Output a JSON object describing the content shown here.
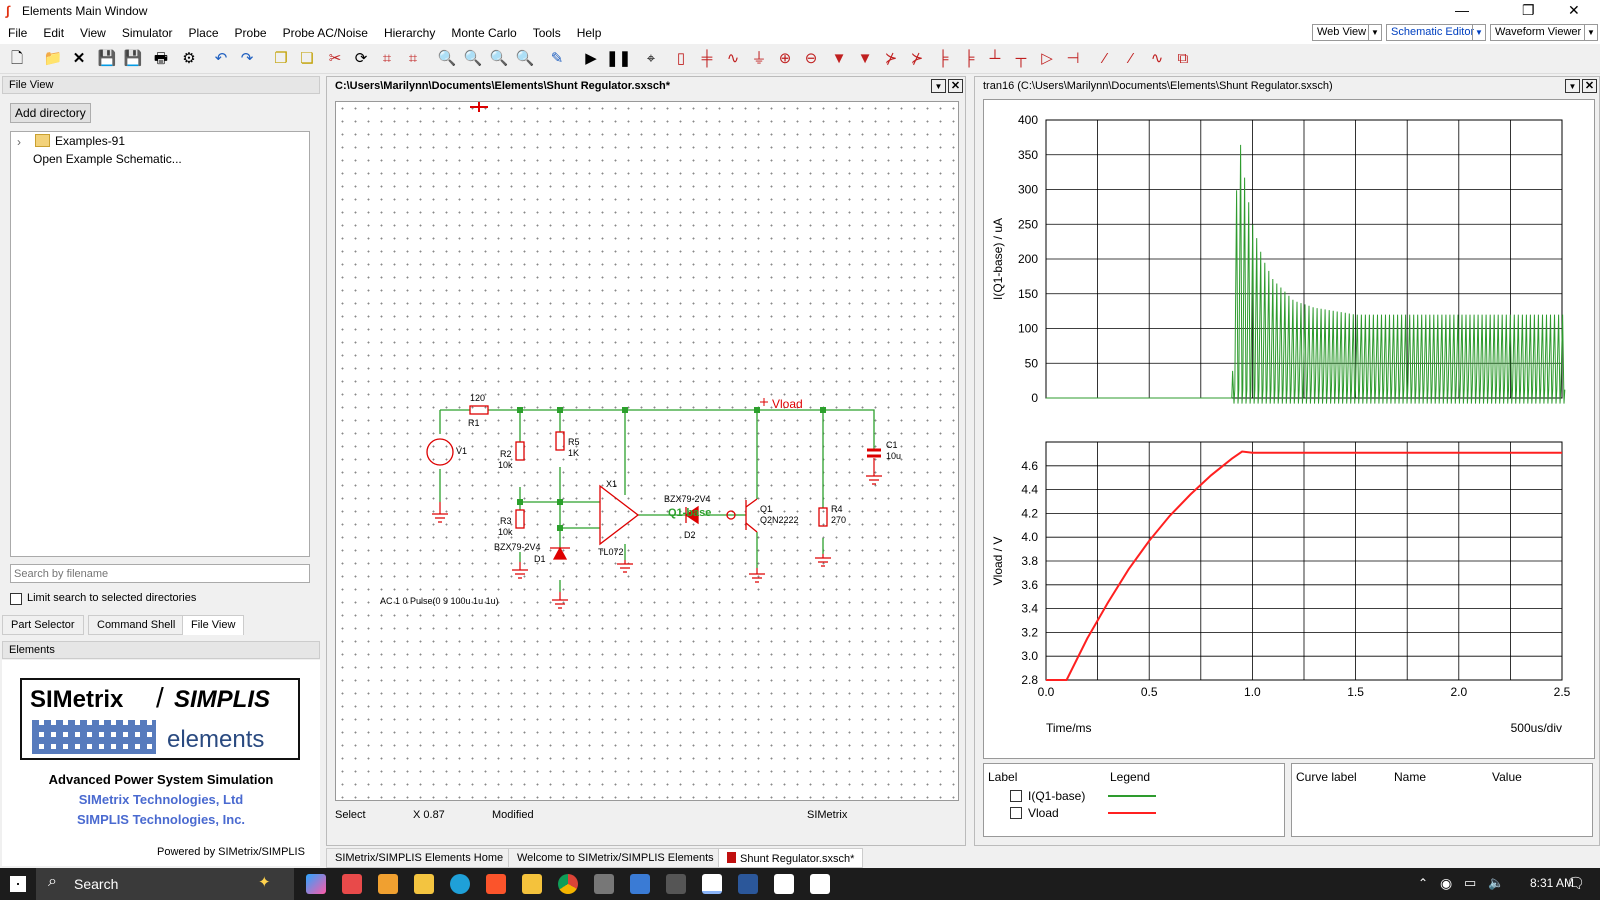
{
  "window": {
    "title": "Elements Main Window",
    "minimize": "—",
    "restore": "❐",
    "close": "✕"
  },
  "menu": [
    "File",
    "Edit",
    "View",
    "Simulator",
    "Place",
    "Probe",
    "Probe AC/Noise",
    "Hierarchy",
    "Monte Carlo",
    "Tools",
    "Help"
  ],
  "views": {
    "web": "Web View",
    "schematic": "Schematic Editor",
    "waveform": "Waveform Viewer"
  },
  "fileview": {
    "header": "File View",
    "add_dir": "Add directory",
    "tree_folder": "Examples-91",
    "tree_item": "Open Example Schematic...",
    "search_placeholder": "Search by filename",
    "limit_label": "Limit search to selected directories",
    "tabs": [
      "Part Selector",
      "Command Shell",
      "File View"
    ]
  },
  "elements": {
    "header": "Elements",
    "logo_simetrix": "SIMetrix",
    "logo_slash": "/",
    "logo_simplis": "SIMPLIS",
    "logo_elements": "elements",
    "tagline": "Advanced Power System Simulation",
    "company1": "SIMetrix Technologies, Ltd",
    "company2": "SIMPLIS Technologies, Inc.",
    "powered": "Powered by SIMetrix/SIMPLIS"
  },
  "schematic": {
    "title": "C:\\Users\\Marilynn\\Documents\\Elements\\Shunt Regulator.sxsch*",
    "labels": {
      "r1_val": "120",
      "r1": "R1",
      "r2": "R2",
      "r2_val": "10k",
      "r3": "R3",
      "r3_val": "10k",
      "r5": "R5",
      "r5_val": "1K",
      "v1": "V1",
      "d1_model": "BZX79-2V4",
      "d1": "D1",
      "x1": "X1",
      "opamp": "TL072",
      "d2_model": "BZX79-2V4",
      "d2": "D2",
      "probe_base": "Q1-base",
      "q1": "Q1",
      "q1_model": "Q2N2222",
      "r4": "R4",
      "r4_val": "270",
      "c1": "C1",
      "c1_val": "10u",
      "vload": "Vload",
      "source": "AC 1 0 Pulse(0 9 100u 1u 1u)"
    },
    "status": {
      "mode": "Select",
      "zoom": "X 0.87",
      "modified": "Modified",
      "app": "SIMetrix"
    }
  },
  "doc_tabs": [
    "SIMetrix/SIMPLIS Elements Home",
    "Welcome to SIMetrix/SIMPLIS Elements",
    "Shunt Regulator.sxsch*"
  ],
  "waveform": {
    "title": "tran16 (C:\\Users\\Marilynn\\Documents\\Elements\\Shunt Regulator.sxsch)",
    "xlabel": "Time/ms",
    "xdiv": "500us/div",
    "legend_headers": [
      "Label",
      "Legend"
    ],
    "curve_headers": [
      "Curve label",
      "Name",
      "Value"
    ],
    "curves": [
      {
        "label": "I(Q1-base)",
        "color": "#2e9b2e"
      },
      {
        "label": "Vload",
        "color": "#ff2020"
      }
    ]
  },
  "chart_data": [
    {
      "type": "line",
      "ylabel": "I(Q1-base) / uA",
      "xlim": [
        0,
        2.5
      ],
      "ylim": [
        0,
        400
      ],
      "yticks": [
        0,
        50,
        100,
        150,
        200,
        250,
        300,
        350,
        400
      ],
      "grid": true,
      "series": [
        {
          "name": "I(Q1-base)",
          "color": "#2e9b2e",
          "x": [
            0,
            0.9,
            0.93,
            0.95,
            0.97,
            1.0,
            1.05,
            1.1,
            1.2,
            1.3,
            1.5,
            2.0,
            2.5
          ],
          "y": [
            0,
            0,
            400,
            340,
            300,
            250,
            200,
            170,
            140,
            130,
            120,
            120,
            120
          ]
        }
      ]
    },
    {
      "type": "line",
      "ylabel": "Vload / V",
      "xlabel": "Time/ms",
      "xlim": [
        0,
        2.5
      ],
      "ylim": [
        2.8,
        4.8
      ],
      "xticks": [
        "0.0",
        "0.5",
        "1.0",
        "1.5",
        "2.0",
        "2.5"
      ],
      "yticks": [
        "2.8",
        "3.0",
        "3.2",
        "3.4",
        "3.6",
        "3.8",
        "4.0",
        "4.2",
        "4.4",
        "4.6"
      ],
      "grid": true,
      "series": [
        {
          "name": "Vload",
          "color": "#ff2020",
          "x": [
            0,
            0.1,
            0.2,
            0.3,
            0.4,
            0.5,
            0.6,
            0.7,
            0.8,
            0.9,
            0.95,
            1.0,
            1.5,
            2.0,
            2.5
          ],
          "y": [
            2.8,
            2.8,
            3.15,
            3.45,
            3.73,
            3.97,
            4.18,
            4.36,
            4.52,
            4.66,
            4.72,
            4.71,
            4.71,
            4.71,
            4.71
          ]
        }
      ]
    }
  ],
  "taskbar": {
    "search": "Search",
    "time": "8:31 AM"
  }
}
